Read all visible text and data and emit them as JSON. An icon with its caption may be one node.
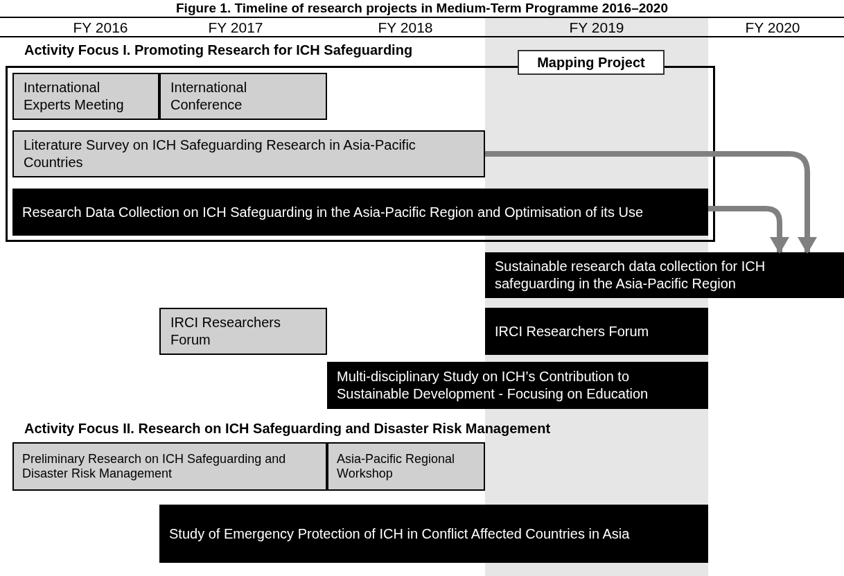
{
  "diagram": {
    "title": "Figure 1. Timeline of research projects in Medium-Term Programme 2016–2020",
    "nodes": [
      {
        "text": [
          "Mapping Project"
        ]
      },
      {
        "text": [
          "International Experts Meeting"
        ],
        "in": 0
      },
      {
        "text": [
          "International Conference"
        ],
        "in": 0
      },
      {
        "text": [
          "Literature Survey on ICH Safeguarding Research in Asia-Pacific Countries"
        ],
        "in": 0
      },
      {
        "text": [
          "Research Data Collection on ICH Safeguarding in the Asia-Pacific Region and Optimisation of its Use"
        ],
        "in": 0
      },
      {
        "text": [
          "Sustainable research data collection for ICH safeguarding in the Asia-Pacific Region"
        ]
      },
      {
        "text": [
          "IRCI Researchers Forum"
        ]
      },
      {
        "text": [
          "IRCI Researchers Forum"
        ]
      },
      {
        "text": [
          "Multi-disciplinary Study on ICH’s Contribution to Sustainable Development - Focusing on Education"
        ]
      },
      {
        "text": [
          "Preliminary Research on ICH Safeguarding and Disaster Risk Management"
        ]
      },
      {
        "text": [
          "Asia-Pacific Regional Workshop"
        ]
      },
      {
        "text": [
          "Study of Emergency Protection of ICH in Conflict Affected Countries in Asia"
        ]
      }
    ],
    "edges": [
      {
        "from": 3,
        "to": 5,
        "arrow": "to"
      },
      {
        "from": 4,
        "to": 5,
        "arrow": "to"
      }
    ],
    "labels": [
      "FY 2016",
      "FY 2017",
      "FY 2018",
      "FY 2019",
      "FY 2020",
      "Activity Focus I. Promoting Research for ICH Safeguarding",
      "Activity Focus II. Research on ICH Safeguarding and Disaster Risk Management"
    ]
  }
}
